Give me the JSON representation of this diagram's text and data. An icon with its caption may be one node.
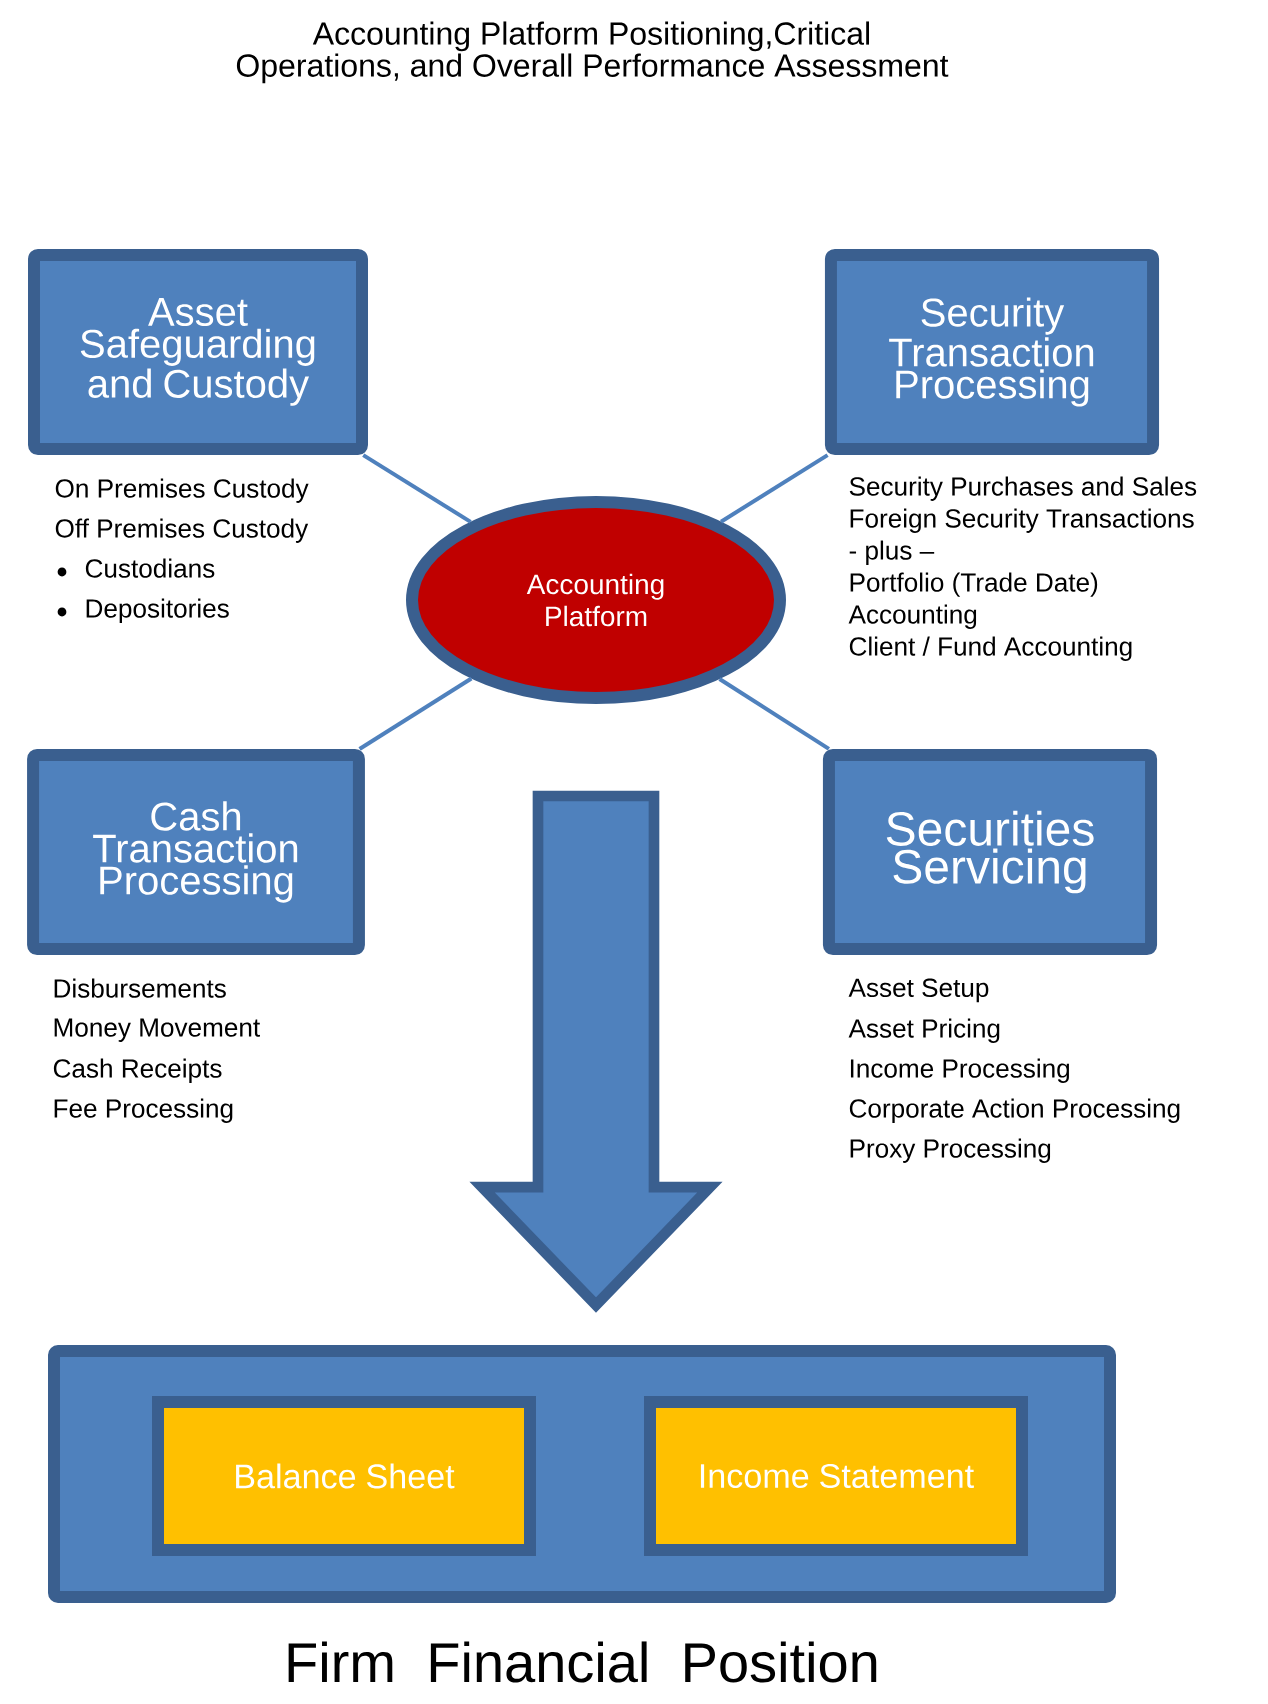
{
  "diagram": {
    "title": "Accounting Platform Positioning,Critical Operations, and Overall Performance Assessment",
    "nodes": [
      {
        "text": [
          "Asset Safeguarding and Custody"
        ],
        "beside": [
          "On Premises Custody",
          "Off Premises Custody",
          "Custodians",
          "Depositories"
        ]
      },
      {
        "text": [
          "Security Transaction Processing"
        ],
        "beside": [
          "Security Purchases and Sales",
          "Foreign Security Transactions",
          "- plus –",
          "Portfolio (Trade Date)",
          "Accounting",
          "Client / Fund Accounting"
        ]
      },
      {
        "text": [
          "Accounting Platform"
        ]
      },
      {
        "text": [
          "Cash Transaction Processing"
        ],
        "beside": [
          "Disbursements",
          "Money Movement",
          "Cash Receipts",
          "Fee Processing"
        ]
      },
      {
        "text": [
          "Securities Servicing"
        ],
        "beside": [
          "Asset Setup",
          "Asset Pricing",
          "Income Processing",
          "Corporate Action Processing",
          "Proxy Processing"
        ]
      },
      {
        "text": [
          "Firm Financial Position"
        ]
      },
      {
        "text": [
          "Balance Sheet"
        ],
        "in": 5
      },
      {
        "text": [
          "Income Statement"
        ],
        "in": 5
      }
    ],
    "edges": [
      {
        "from": 0,
        "to": 2,
        "arrow": "none"
      },
      {
        "from": 1,
        "to": 2,
        "arrow": "none"
      },
      {
        "from": 3,
        "to": 2,
        "arrow": "none"
      },
      {
        "from": 4,
        "to": 2,
        "arrow": "none"
      },
      {
        "from": 2,
        "to": 5,
        "arrow": "to",
        "style": "thick"
      }
    ]
  }
}
